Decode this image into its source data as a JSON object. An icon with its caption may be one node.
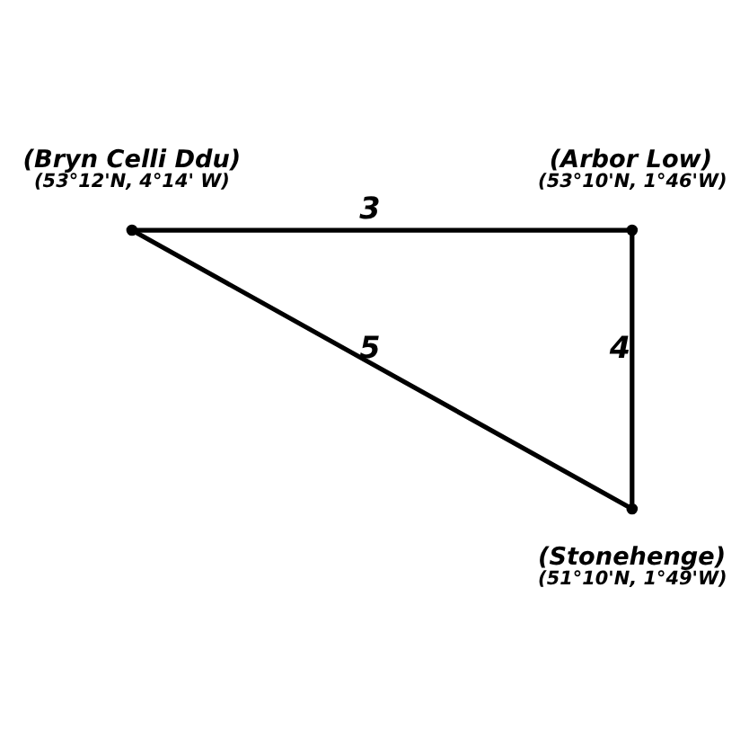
{
  "diagram": {
    "nodes": [
      {
        "text": [],
        "shape": "circle",
        "beside": [
          "(Bryn Celli Ddu)",
          "(53°12'N, 4°14' W)"
        ]
      },
      {
        "text": [],
        "shape": "circle",
        "beside": [
          "(Arbor Low)",
          "(53°10'N, 1°46'W)"
        ]
      },
      {
        "text": [],
        "shape": "circle",
        "beside": [
          "(Stonehenge)",
          "(51°10'N, 1°49'W)"
        ]
      }
    ],
    "edges": [
      {
        "from": 0,
        "to": 1,
        "arrow": "none",
        "label": "3"
      },
      {
        "from": 1,
        "to": 2,
        "arrow": "none",
        "label": "4"
      },
      {
        "from": 0,
        "to": 2,
        "arrow": "none",
        "label": "5"
      }
    ]
  }
}
